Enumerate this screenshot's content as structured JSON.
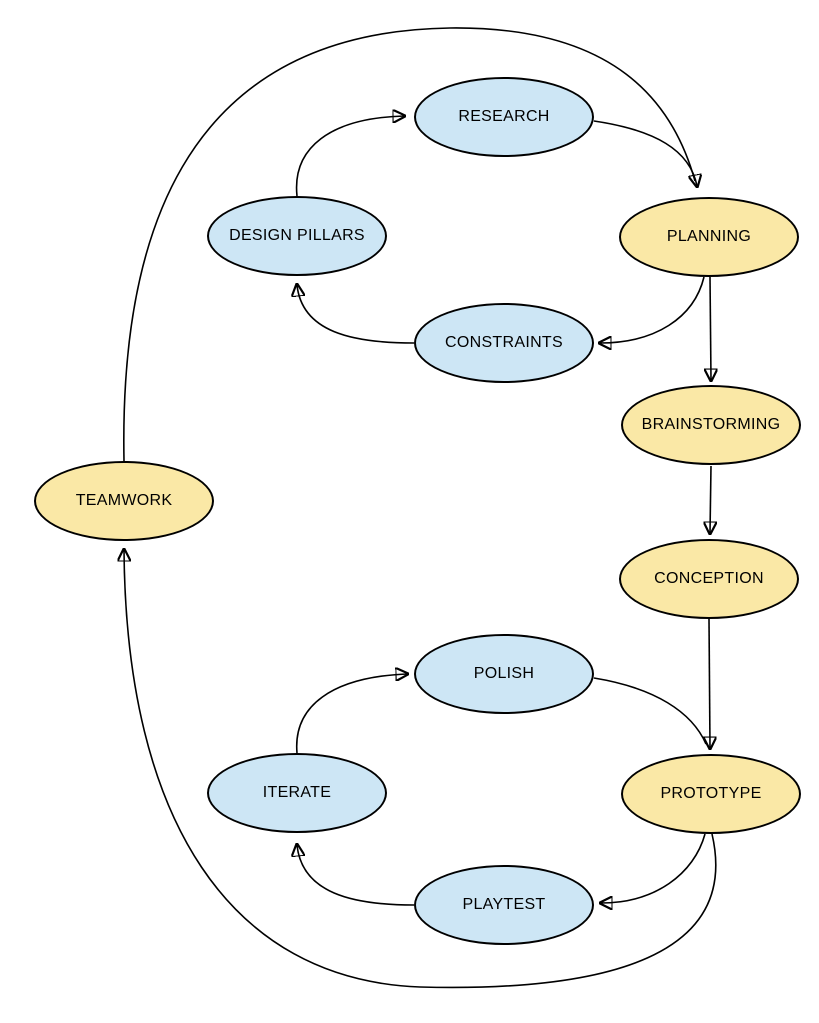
{
  "diagram": {
    "background": "#ffffff",
    "palette": {
      "blue_fill": "#cde6f5",
      "yellow_fill": "#fae8a6",
      "stroke": "#000000",
      "text": "#000000"
    },
    "nodes": [
      {
        "id": "research",
        "label": "RESEARCH",
        "color": "blue"
      },
      {
        "id": "planning",
        "label": "PLANNING",
        "color": "yellow"
      },
      {
        "id": "design_pillars",
        "label": "DESIGN PILLARS",
        "color": "blue"
      },
      {
        "id": "constraints",
        "label": "CONSTRAINTS",
        "color": "blue"
      },
      {
        "id": "brainstorming",
        "label": "BRAINSTORMING",
        "color": "yellow"
      },
      {
        "id": "teamwork",
        "label": "TEAMWORK",
        "color": "yellow"
      },
      {
        "id": "conception",
        "label": "CONCEPTION",
        "color": "yellow"
      },
      {
        "id": "polish",
        "label": "POLISH",
        "color": "blue"
      },
      {
        "id": "iterate",
        "label": "ITERATE",
        "color": "blue"
      },
      {
        "id": "prototype",
        "label": "PROTOTYPE",
        "color": "yellow"
      },
      {
        "id": "playtest",
        "label": "PLAYTEST",
        "color": "blue"
      }
    ],
    "edges": [
      {
        "from": "design_pillars",
        "to": "research"
      },
      {
        "from": "research",
        "to": "planning"
      },
      {
        "from": "teamwork",
        "to": "planning"
      },
      {
        "from": "planning",
        "to": "constraints"
      },
      {
        "from": "constraints",
        "to": "design_pillars"
      },
      {
        "from": "planning",
        "to": "brainstorming"
      },
      {
        "from": "brainstorming",
        "to": "conception"
      },
      {
        "from": "conception",
        "to": "prototype"
      },
      {
        "from": "iterate",
        "to": "polish"
      },
      {
        "from": "polish",
        "to": "prototype"
      },
      {
        "from": "prototype",
        "to": "playtest"
      },
      {
        "from": "playtest",
        "to": "iterate"
      },
      {
        "from": "prototype",
        "to": "teamwork"
      }
    ]
  }
}
